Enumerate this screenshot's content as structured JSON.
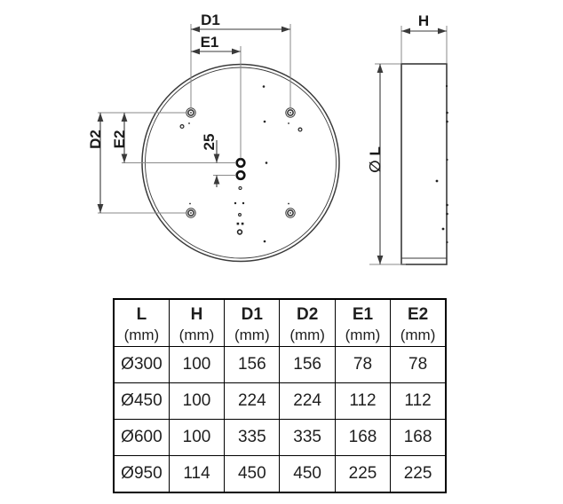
{
  "drawing": {
    "front": {
      "d1": "D1",
      "e1": "E1",
      "d2": "D2",
      "e2": "E2",
      "center_offset": "25"
    },
    "side": {
      "h": "H",
      "dia_l": "∅ L"
    }
  },
  "table": {
    "headers": [
      {
        "label": "L",
        "unit": "(mm)"
      },
      {
        "label": "H",
        "unit": "(mm)"
      },
      {
        "label": "D1",
        "unit": "(mm)"
      },
      {
        "label": "D2",
        "unit": "(mm)"
      },
      {
        "label": "E1",
        "unit": "(mm)"
      },
      {
        "label": "E2",
        "unit": "(mm)"
      }
    ],
    "rows": [
      [
        "Ø300",
        "100",
        "156",
        "156",
        "78",
        "78"
      ],
      [
        "Ø450",
        "100",
        "224",
        "224",
        "112",
        "112"
      ],
      [
        "Ø600",
        "100",
        "335",
        "335",
        "168",
        "168"
      ],
      [
        "Ø950",
        "114",
        "450",
        "450",
        "225",
        "225"
      ]
    ]
  }
}
